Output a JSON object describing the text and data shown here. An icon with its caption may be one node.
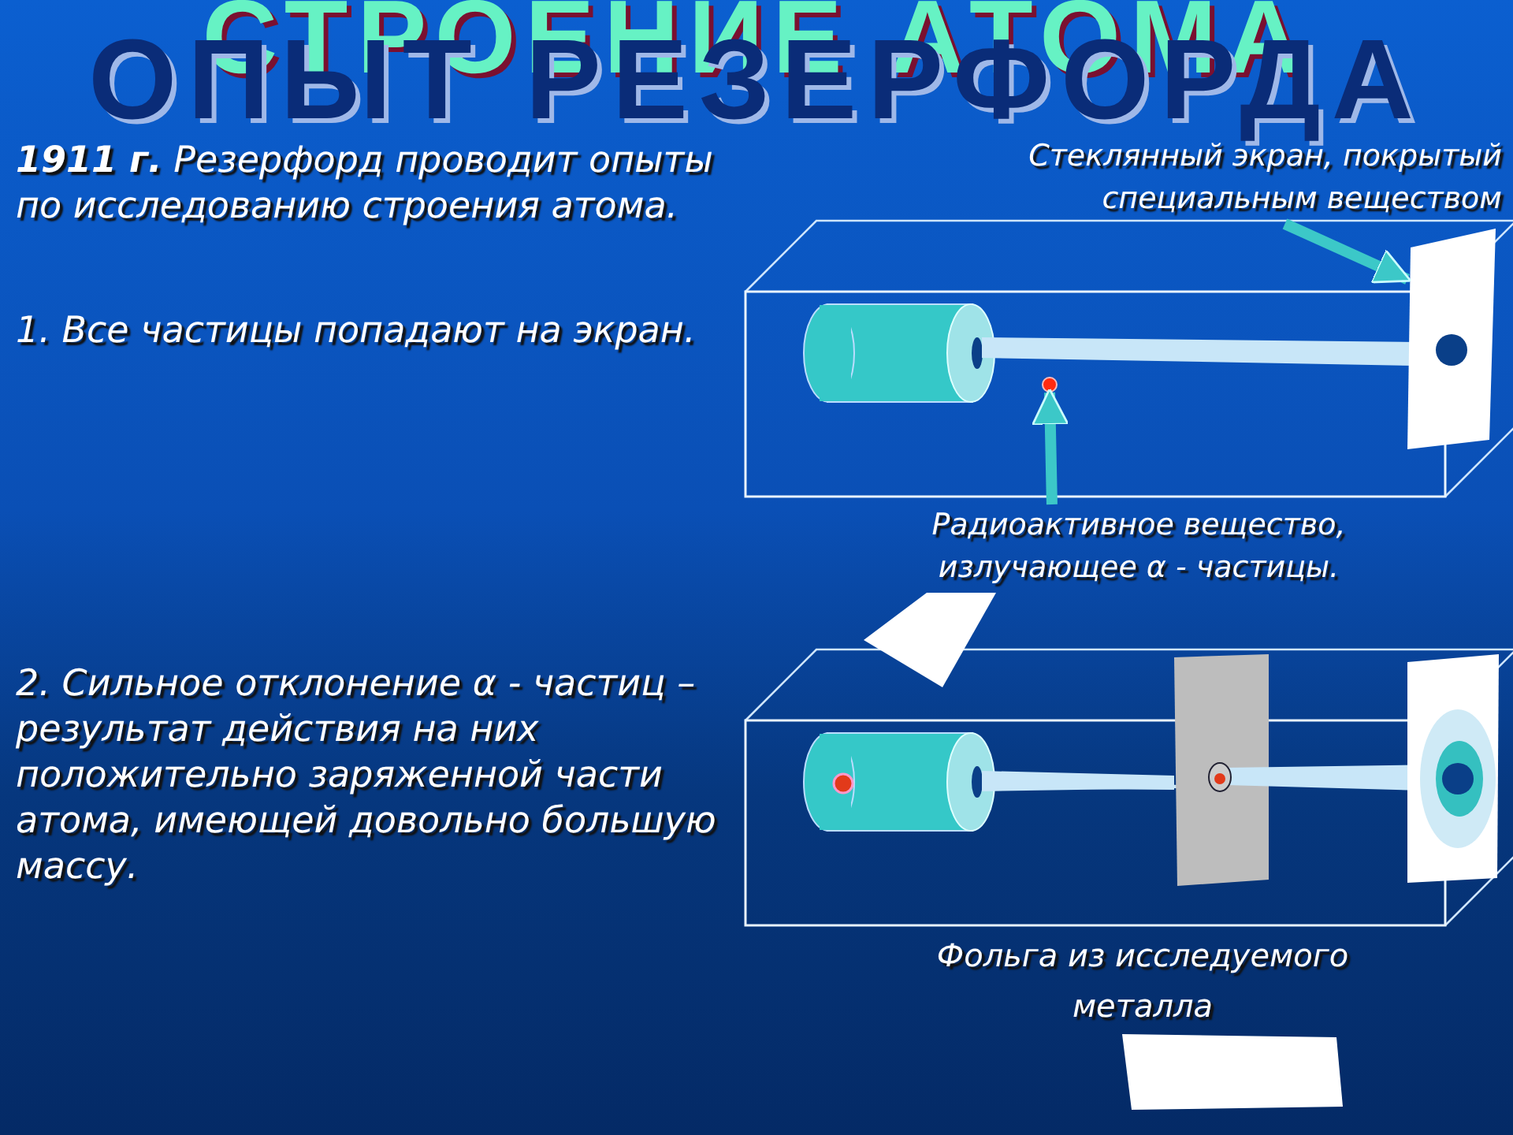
{
  "diagram": {
    "title": "ОПЫТ РЕЗЕРФОРДА",
    "nodes": [
      {
        "text": [
          "Стеклянный экран, покрытый специальным веществом"
        ]
      },
      {
        "text": [],
        "shape": "box"
      },
      {
        "text": [
          "Радиоактивное вещество, излучающее α - частицы."
        ]
      },
      {
        "text": [],
        "shape": "circle"
      },
      {
        "text": [],
        "shape": "box"
      },
      {
        "text": [],
        "shape": "box"
      }
    ],
    "edges": [
      {
        "from": 0,
        "to": 1,
        "arrow": "to"
      },
      {
        "from": 2,
        "to": 3,
        "arrow": "to"
      }
    ],
    "labels": [
      "СТРОЕНИЕ АТОМА",
      "**1911 г.** Резерфорд проводит опыты по исследованию строения атома.",
      "1. Все частицы попадают на экран.",
      "2. Сильное отклонение α - частиц – результат действия на них положительно заряженной части атома, имеющей довольно большую массу.",
      "Фольга из исследуемого металла"
    ]
  }
}
